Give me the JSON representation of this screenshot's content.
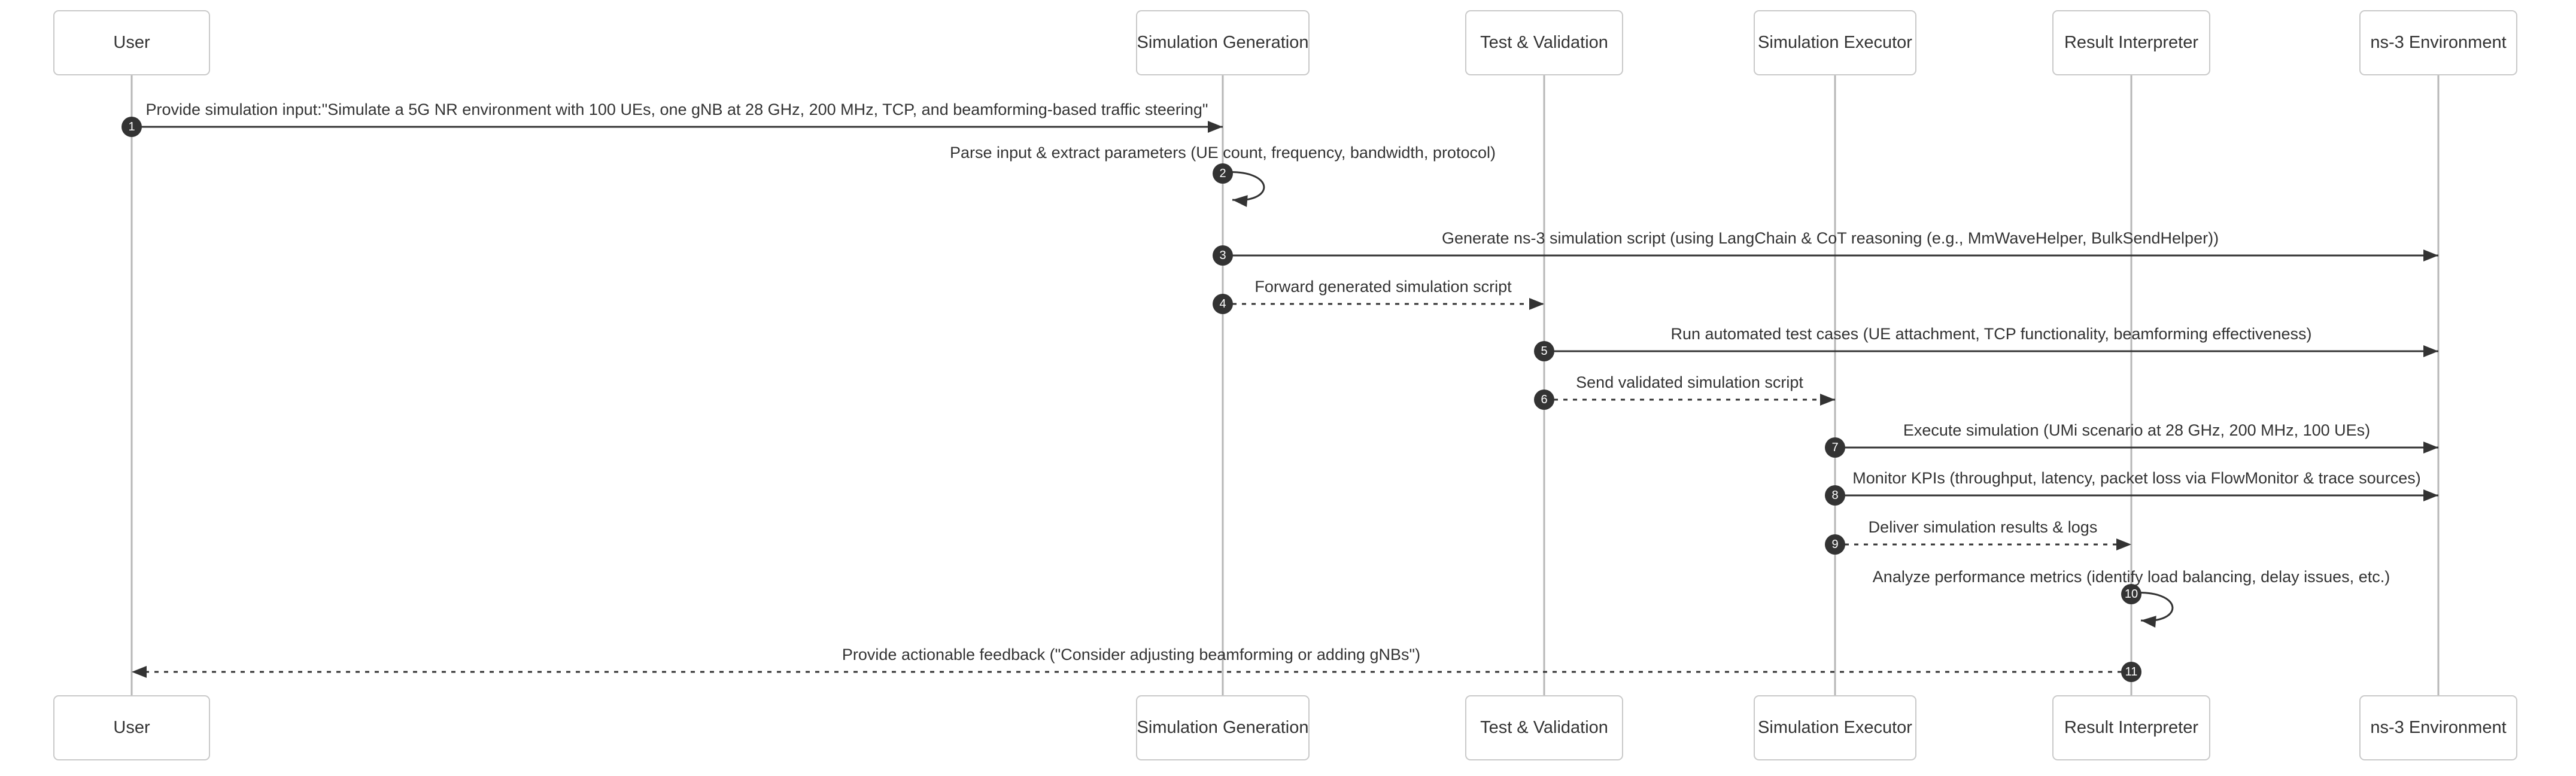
{
  "diagram": {
    "type": "sequence-diagram",
    "actors": [
      {
        "label": "User"
      },
      {
        "label": "Simulation Generation"
      },
      {
        "label": "Test & Validation"
      },
      {
        "label": "Simulation Executor"
      },
      {
        "label": "Result Interpreter"
      },
      {
        "label": "ns-3 Environment"
      }
    ],
    "messages": [
      {
        "num": "1",
        "from": "User",
        "to": "Simulation Generation",
        "line": "solid",
        "text": "Provide simulation input:\"Simulate a 5G NR environment with 100 UEs, one gNB at 28 GHz, 200 MHz, TCP, and beamforming-based traffic steering\""
      },
      {
        "num": "2",
        "from": "Simulation Generation",
        "to": "Simulation Generation",
        "line": "self",
        "text": "Parse input & extract parameters (UE count, frequency, bandwidth, protocol)"
      },
      {
        "num": "3",
        "from": "Simulation Generation",
        "to": "ns-3 Environment",
        "line": "solid",
        "text": "Generate ns-3 simulation script (using LangChain & CoT reasoning (e.g., MmWaveHelper, BulkSendHelper))"
      },
      {
        "num": "4",
        "from": "Simulation Generation",
        "to": "Test & Validation",
        "line": "dashed",
        "text": "Forward generated simulation script"
      },
      {
        "num": "5",
        "from": "Test & Validation",
        "to": "ns-3 Environment",
        "line": "solid",
        "text": "Run automated test cases (UE attachment, TCP functionality, beamforming effectiveness)"
      },
      {
        "num": "6",
        "from": "Test & Validation",
        "to": "Simulation Executor",
        "line": "dashed",
        "text": "Send validated simulation script"
      },
      {
        "num": "7",
        "from": "Simulation Executor",
        "to": "ns-3 Environment",
        "line": "solid",
        "text": "Execute simulation (UMi scenario at 28 GHz, 200 MHz, 100 UEs)"
      },
      {
        "num": "8",
        "from": "Simulation Executor",
        "to": "ns-3 Environment",
        "line": "solid",
        "text": "Monitor KPIs (throughput, latency, packet loss via FlowMonitor & trace sources)"
      },
      {
        "num": "9",
        "from": "Simulation Executor",
        "to": "Result Interpreter",
        "line": "dashed",
        "text": "Deliver simulation results & logs"
      },
      {
        "num": "10",
        "from": "Result Interpreter",
        "to": "Result Interpreter",
        "line": "self",
        "text": "Analyze performance metrics (identify load balancing, delay issues, etc.)"
      },
      {
        "num": "11",
        "from": "Result Interpreter",
        "to": "User",
        "line": "dashed",
        "text": "Provide actionable feedback (\"Consider adjusting beamforming or adding gNBs\")"
      }
    ],
    "colors": {
      "background": "#ffffff",
      "text": "#333333",
      "message_line": "#333333",
      "lifeline": "#b7b7b7",
      "actor_border": "#c9c9c9",
      "actor_fill": "#ffffff",
      "badge_fill": "#333333",
      "badge_text": "#ffffff"
    }
  }
}
